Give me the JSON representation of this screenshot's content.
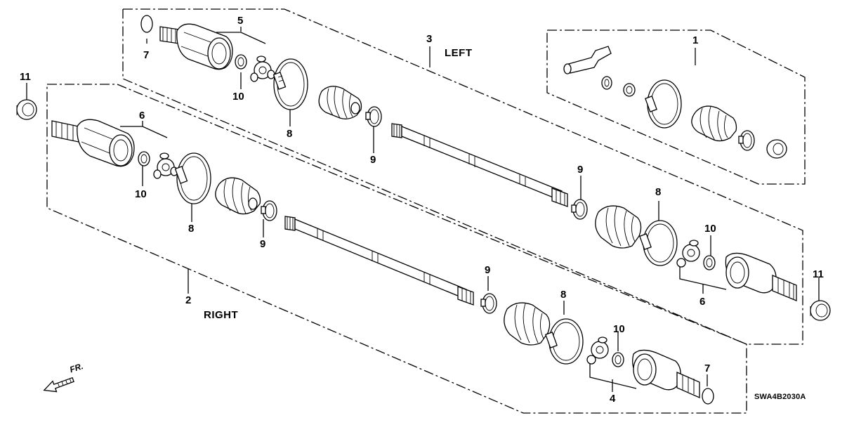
{
  "diagram": {
    "side_labels": {
      "left": "LEFT",
      "right": "RIGHT"
    },
    "callouts": {
      "c1": "1",
      "c2": "2",
      "c3": "3",
      "c4": "4",
      "c5": "5",
      "c6_upper": "6",
      "c6_lower": "6",
      "c7_upper": "7",
      "c7_lower": "7",
      "c8_a": "8",
      "c8_b": "8",
      "c8_c": "8",
      "c8_d": "8",
      "c9_a": "9",
      "c9_b": "9",
      "c9_c": "9",
      "c9_d": "9",
      "c10_a": "10",
      "c10_b": "10",
      "c10_c": "10",
      "c10_d": "10",
      "c11_left": "11",
      "c11_right": "11"
    },
    "direction_marker": "FR.",
    "drawing_code": "SWA4B2030A"
  }
}
